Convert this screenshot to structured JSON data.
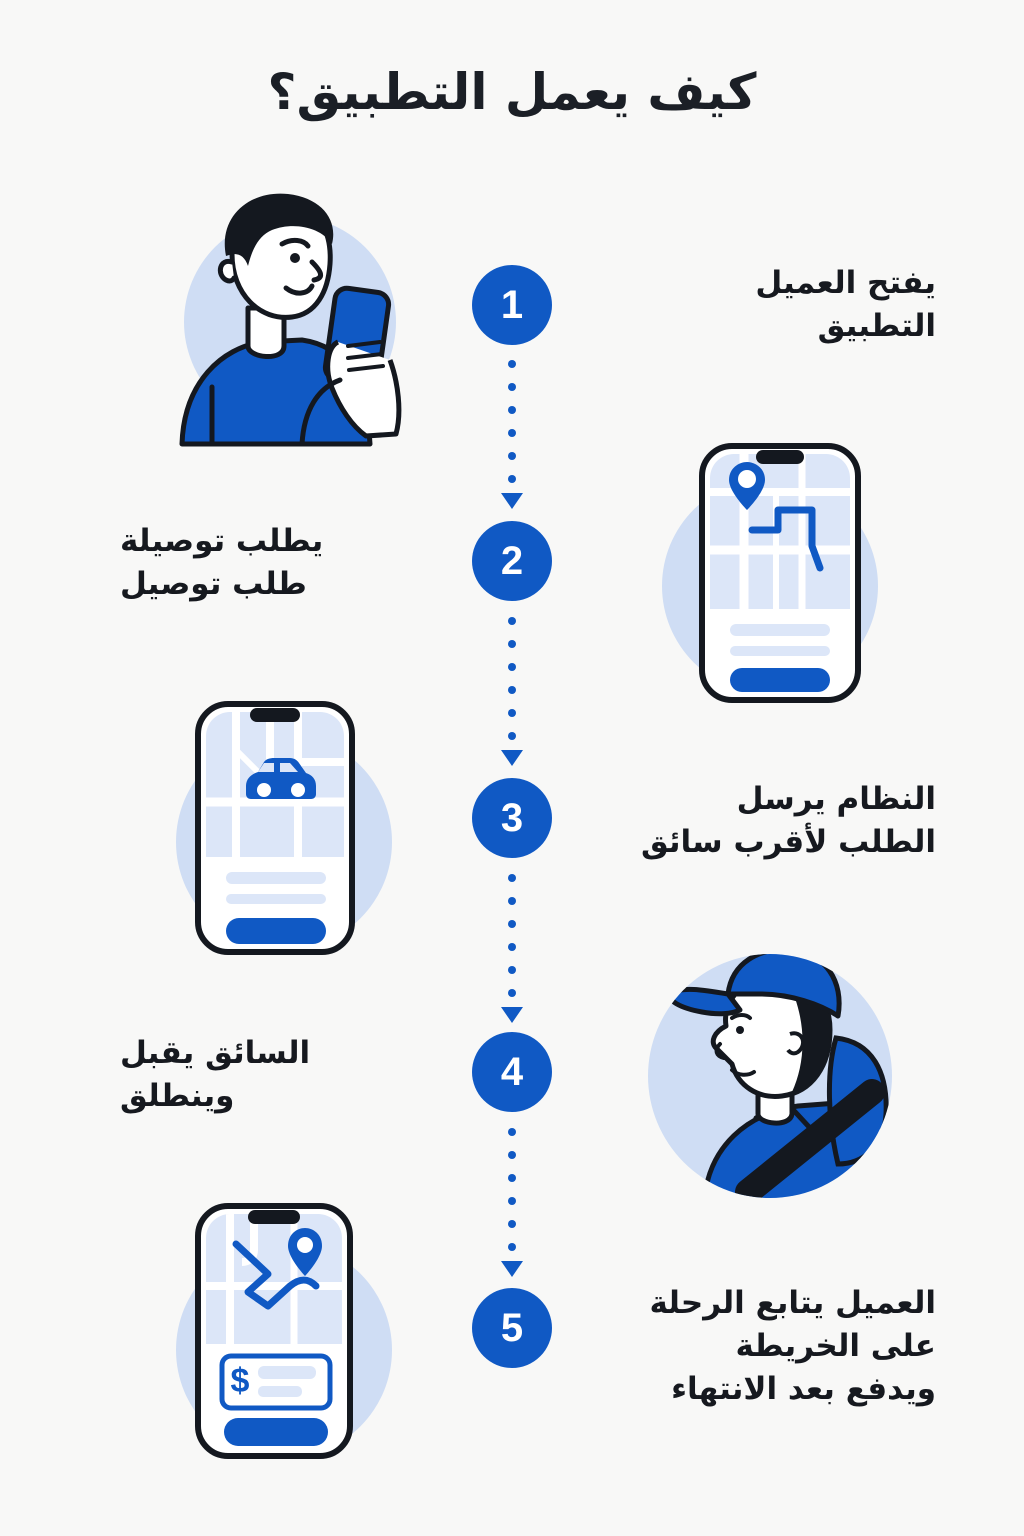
{
  "header": {
    "title": "كيف يعمل التطبيق؟"
  },
  "colors": {
    "background": "#F8F8F7",
    "primary_blue": "#1059C4",
    "soft_blue_circle": "#CFDDF4",
    "map_fill": "#DCE6F8",
    "text_dark": "#16191F",
    "ink": "#1B1F26"
  },
  "steps": [
    {
      "number": "1",
      "text": "يفتح العميل\nالتطبيق",
      "text_side": "right",
      "illustration": "person-holding-phone-illustration"
    },
    {
      "number": "2",
      "text": "يطلب توصيلة\nطلب توصيل",
      "text_side": "left",
      "illustration": "phone-map-pin-route-illustration"
    },
    {
      "number": "3",
      "text": "النظام يرسل\nالطلب لأقرب سائق",
      "text_side": "right",
      "illustration": "phone-map-car-illustration"
    },
    {
      "number": "4",
      "text": "السائق يقبل\nوينطلق",
      "text_side": "left",
      "illustration": "driver-with-cap-illustration"
    },
    {
      "number": "5",
      "text": "العميل يتابع الرحلة\nعلى الخريطة\nويدفع بعد الانتهاء",
      "text_side": "right",
      "illustration": "phone-route-payment-illustration"
    }
  ],
  "connectors": [
    {
      "id": "connector-1-2",
      "dot_count": 6,
      "arrow": "down-arrow-icon"
    },
    {
      "id": "connector-2-3",
      "dot_count": 6,
      "arrow": "down-arrow-icon"
    },
    {
      "id": "connector-3-4",
      "dot_count": 6,
      "arrow": "down-arrow-icon"
    },
    {
      "id": "connector-4-5",
      "dot_count": 6,
      "arrow": "down-arrow-icon"
    }
  ]
}
